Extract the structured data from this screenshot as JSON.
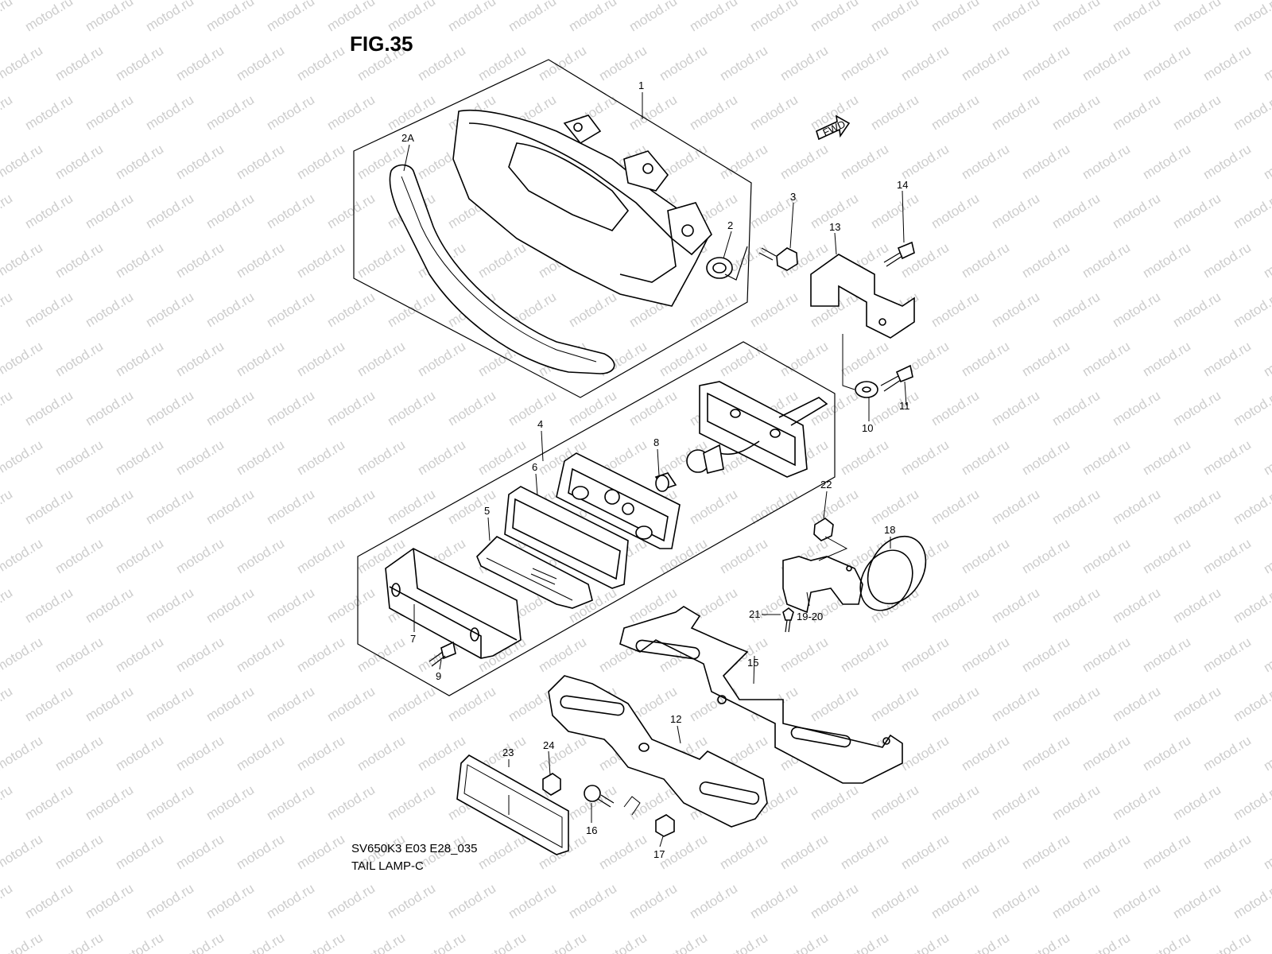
{
  "figure": {
    "title": "FIG.35",
    "code": "SV650K3 E03 E28_035",
    "name": "TAIL LAMP-C"
  },
  "watermark": "motod.ru",
  "fwd_label": "FWD",
  "callouts": [
    "1",
    "2A",
    "2",
    "3",
    "13",
    "14",
    "4",
    "6",
    "5",
    "7",
    "9",
    "8",
    "10",
    "11",
    "22",
    "18",
    "21",
    "19-20",
    "15",
    "12",
    "23",
    "24",
    "16",
    "17"
  ]
}
